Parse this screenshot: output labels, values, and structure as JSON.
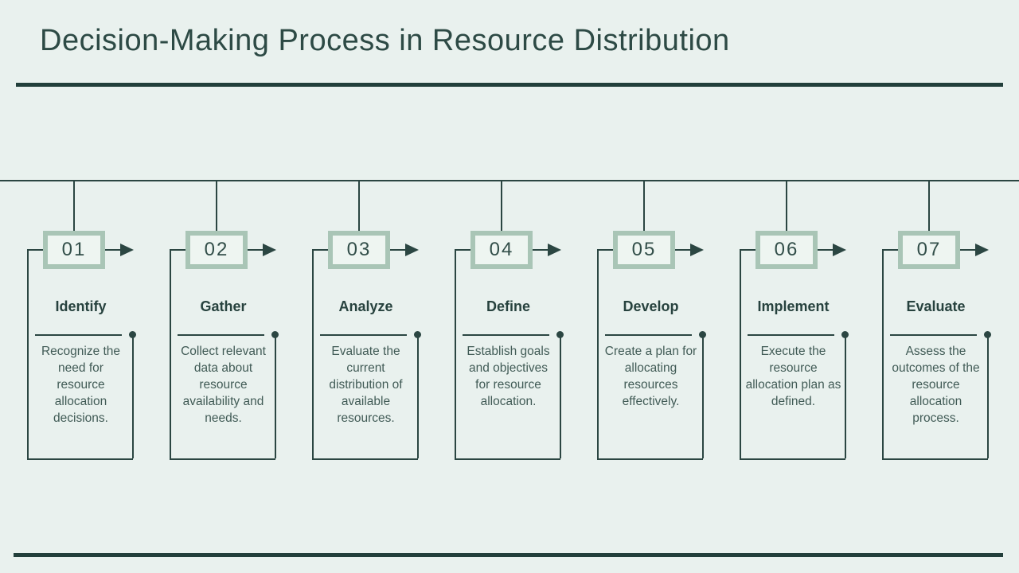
{
  "title": "Decision-Making Process in Resource Distribution",
  "colors": {
    "background": "#e9f1ee",
    "dark": "#223f3b",
    "line": "#2b4642",
    "sage": "#a9c5b6",
    "box_fill": "#eef5f1",
    "title_text": "#2d4a45",
    "card_title": "#27423e",
    "desc_text": "#415b56",
    "number_text": "#324e49"
  },
  "icons": {
    "arrow": "triangle-right",
    "dot": "filled-circle"
  },
  "steps": [
    {
      "number": "01",
      "title": "Identify",
      "description": "Recognize the need for resource allocation decisions."
    },
    {
      "number": "02",
      "title": "Gather",
      "description": "Collect relevant data about resource availability and needs."
    },
    {
      "number": "03",
      "title": "Analyze",
      "description": "Evaluate the current distribution of available resources."
    },
    {
      "number": "04",
      "title": "Define",
      "description": "Establish goals and objectives for resource allocation."
    },
    {
      "number": "05",
      "title": "Develop",
      "description": "Create a plan for allocating resources effectively."
    },
    {
      "number": "06",
      "title": "Implement",
      "description": "Execute the resource allocation plan as defined."
    },
    {
      "number": "07",
      "title": "Evaluate",
      "description": "Assess the outcomes of the resource allocation process."
    }
  ]
}
